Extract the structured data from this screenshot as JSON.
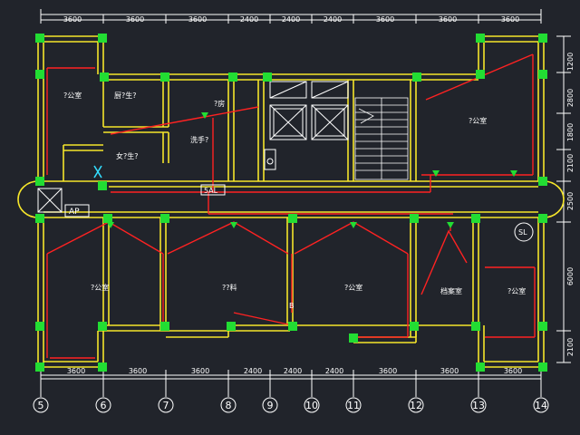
{
  "colors": {
    "background": "#21242b",
    "dimension": "#ffffff",
    "wall": "#f5e52a",
    "wall_inner": "#ffffff",
    "column": "#22dd33",
    "wiring": "#ff2222",
    "room_label": "#ffffff"
  },
  "dimensions": {
    "top": [
      "3600",
      "3600",
      "3600",
      "2400",
      "2400",
      "2400",
      "3600",
      "3600",
      "3600"
    ],
    "bottom": [
      "3600",
      "3600",
      "3600",
      "2400",
      "2400",
      "2400",
      "3600",
      "3600",
      "3600"
    ],
    "right": [
      "1200",
      "2800",
      "1800",
      "2100",
      "2500",
      "6000",
      "2100"
    ]
  },
  "axes": [
    "5",
    "6",
    "7",
    "8",
    "9",
    "10",
    "11",
    "12",
    "13",
    "14"
  ],
  "rooms": {
    "office_nw": "?公室",
    "kitchen_top": "厨?生?",
    "kitchen": "?房",
    "wash": "洗手?",
    "female_wc": "女?生?",
    "office_ne": "?公室",
    "office_s1": "?公室",
    "office_s2": "??料",
    "office_s3": "?公室",
    "archive": "档案室",
    "office_se": "?公室"
  },
  "labels": {
    "ap": "AP",
    "panel": "5AL",
    "sl": "SL",
    "switch_mark": "B"
  }
}
